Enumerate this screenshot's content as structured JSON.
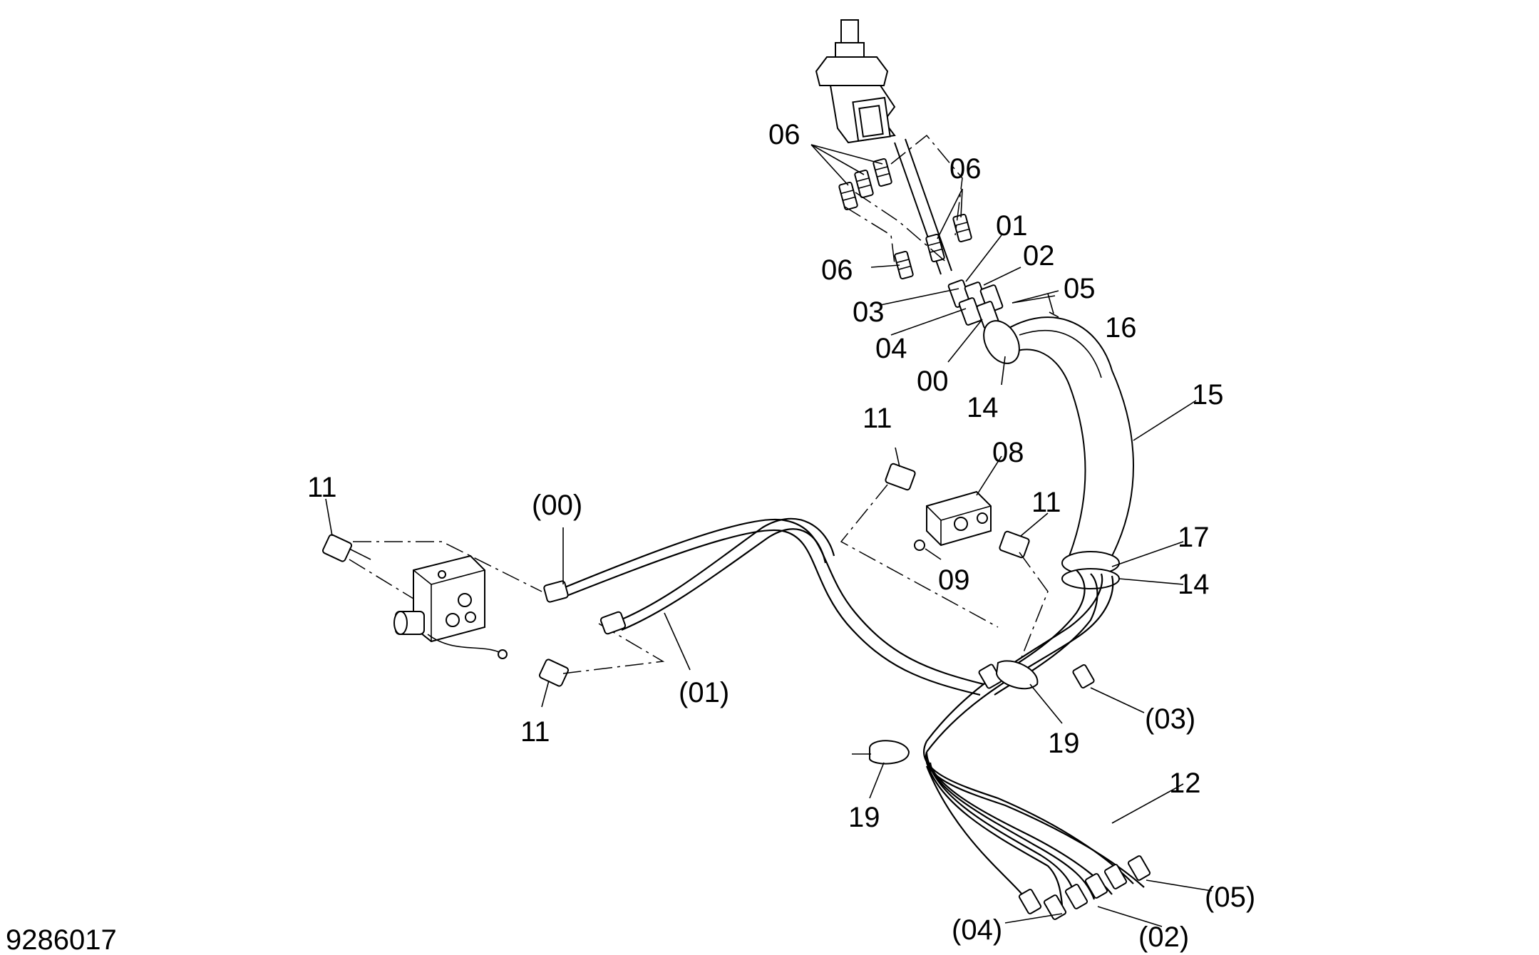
{
  "figure": {
    "id_label": "9286017"
  },
  "callouts": [
    {
      "key": "c06a",
      "text": "06"
    },
    {
      "key": "c06b",
      "text": "06"
    },
    {
      "key": "c06c",
      "text": "06"
    },
    {
      "key": "c01",
      "text": "01"
    },
    {
      "key": "c02",
      "text": "02"
    },
    {
      "key": "c05",
      "text": "05"
    },
    {
      "key": "c03",
      "text": "03"
    },
    {
      "key": "c16",
      "text": "16"
    },
    {
      "key": "c04",
      "text": "04"
    },
    {
      "key": "c00",
      "text": "00"
    },
    {
      "key": "c14a",
      "text": "14"
    },
    {
      "key": "c15",
      "text": "15"
    },
    {
      "key": "c11a",
      "text": "11"
    },
    {
      "key": "c08",
      "text": "08"
    },
    {
      "key": "c11b",
      "text": "11"
    },
    {
      "key": "c11c",
      "text": "11"
    },
    {
      "key": "cp00",
      "text": "(00)"
    },
    {
      "key": "c17",
      "text": "17"
    },
    {
      "key": "c09",
      "text": "09"
    },
    {
      "key": "c14b",
      "text": "14"
    },
    {
      "key": "cp01",
      "text": "(01)"
    },
    {
      "key": "c11d",
      "text": "11"
    },
    {
      "key": "cp03",
      "text": "(03)"
    },
    {
      "key": "c19a",
      "text": "19"
    },
    {
      "key": "c12",
      "text": "12"
    },
    {
      "key": "c19b",
      "text": "19"
    },
    {
      "key": "cp05",
      "text": "(05)"
    },
    {
      "key": "cp04",
      "text": "(04)"
    },
    {
      "key": "cp02",
      "text": "(02)"
    }
  ]
}
